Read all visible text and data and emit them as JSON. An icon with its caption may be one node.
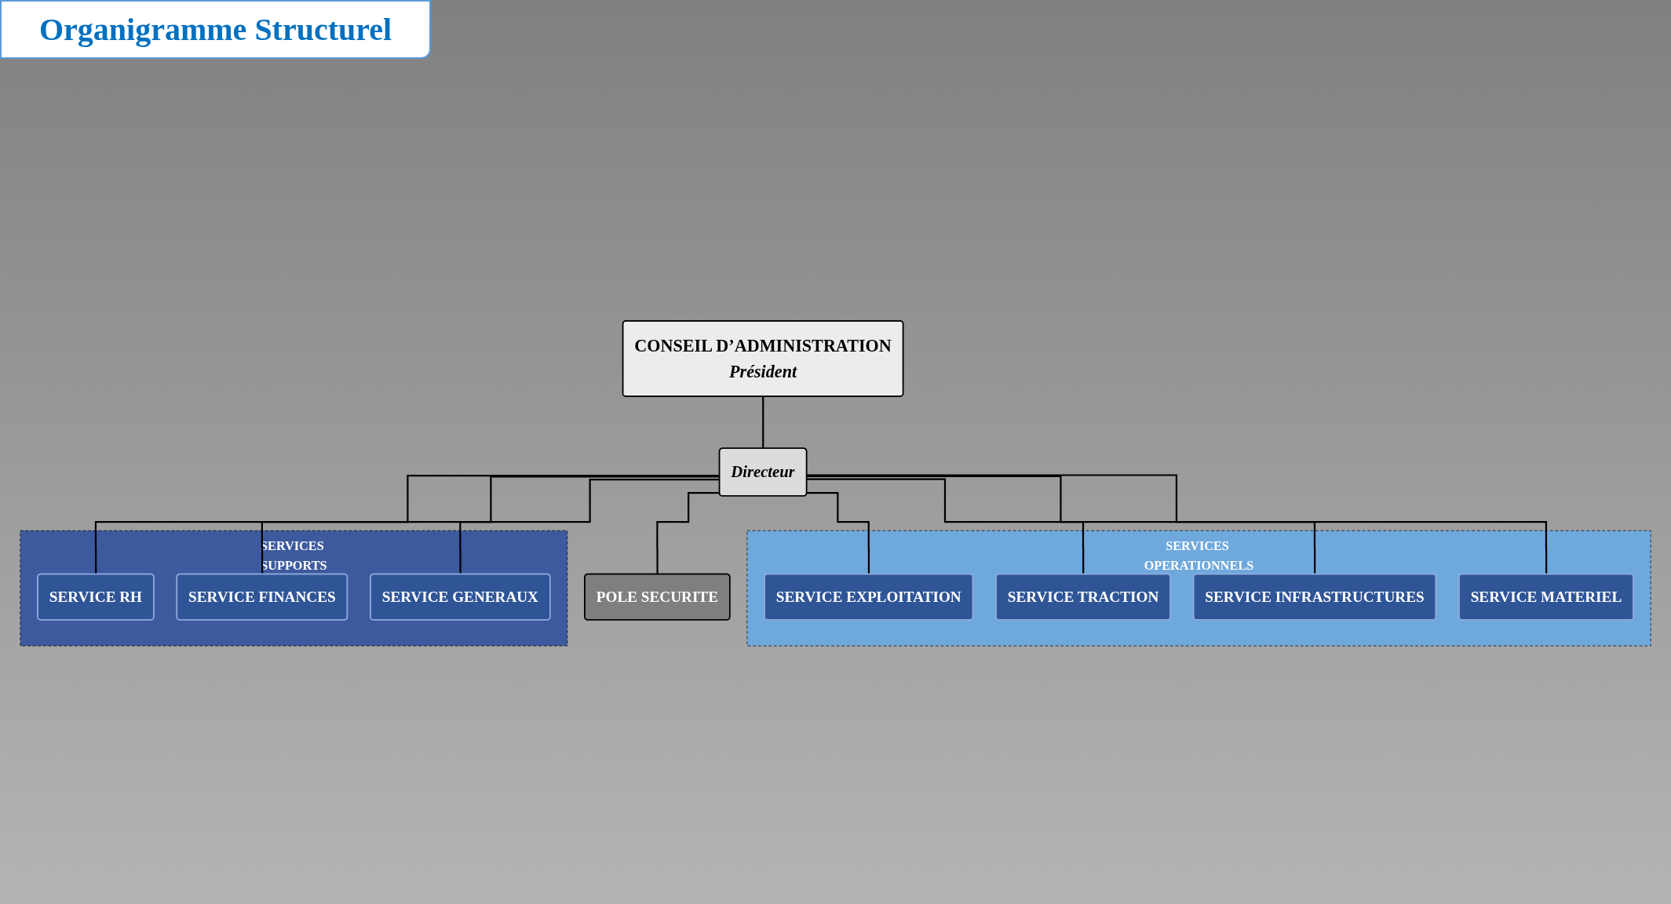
{
  "diagram": {
    "title": "Organigramme Structurel",
    "nodes": [
      {
        "text": [
          "CONSEIL D’ADMINISTRATION",
          "Président"
        ]
      },
      {
        "text": [
          "Directeur"
        ]
      },
      {
        "text": [
          "POLE SECURITE"
        ]
      },
      {
        "text": [
          "SERVICES OPERATIONNELS"
        ]
      },
      {
        "text": [
          "SERVICE EXPLOITATION"
        ],
        "in": 3
      },
      {
        "text": [
          "SERVICE TRACTION"
        ],
        "in": 3
      },
      {
        "text": [
          "SERVICE INFRASTRUCTURES"
        ],
        "in": 3
      },
      {
        "text": [
          "SERVICE MATERIEL"
        ],
        "in": 3
      },
      {
        "text": [
          "SERVICES SUPPORTS"
        ]
      },
      {
        "text": [
          "SERVICE RH"
        ],
        "in": 8
      },
      {
        "text": [
          "SERVICE FINANCES"
        ],
        "in": 8
      },
      {
        "text": [
          "SERVICE GENERAUX"
        ],
        "in": 8
      }
    ],
    "edges": [
      {
        "from": 0,
        "to": 1,
        "arrow": "none"
      },
      {
        "from": 1,
        "to": 2,
        "arrow": "none"
      },
      {
        "from": 1,
        "to": 4,
        "arrow": "none"
      },
      {
        "from": 1,
        "to": 5,
        "arrow": "none"
      },
      {
        "from": 1,
        "to": 6,
        "arrow": "none"
      },
      {
        "from": 1,
        "to": 7,
        "arrow": "none"
      },
      {
        "from": 1,
        "to": 9,
        "arrow": "none"
      },
      {
        "from": 1,
        "to": 10,
        "arrow": "none"
      },
      {
        "from": 1,
        "to": 11,
        "arrow": "none"
      }
    ]
  }
}
